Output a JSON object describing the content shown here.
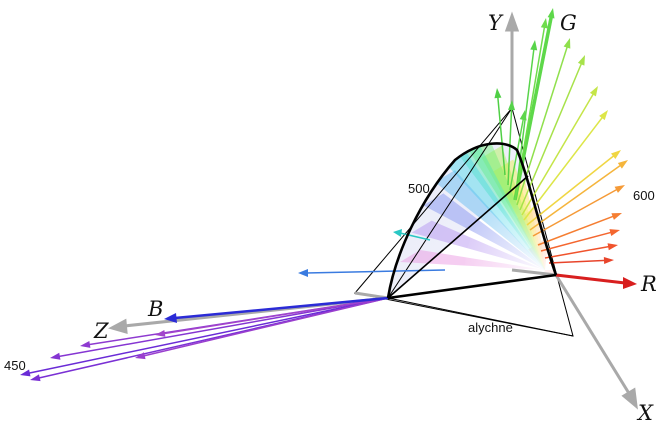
{
  "labels": {
    "y_axis": "Y",
    "g_axis": "G",
    "r_axis": "R",
    "b_axis": "B",
    "z_axis": "Z",
    "x_axis": "X",
    "wl_500": "500",
    "wl_600": "600",
    "wl_450": "450",
    "alychne": "alychne"
  },
  "colors": {
    "background": "#ffffff",
    "axis_gray": "#a9a9a9",
    "r_arrow": "#d81f1f",
    "b_arrow": "#2b2bd6",
    "locus_outline": "#000000",
    "outline_thin": "#000000"
  }
}
